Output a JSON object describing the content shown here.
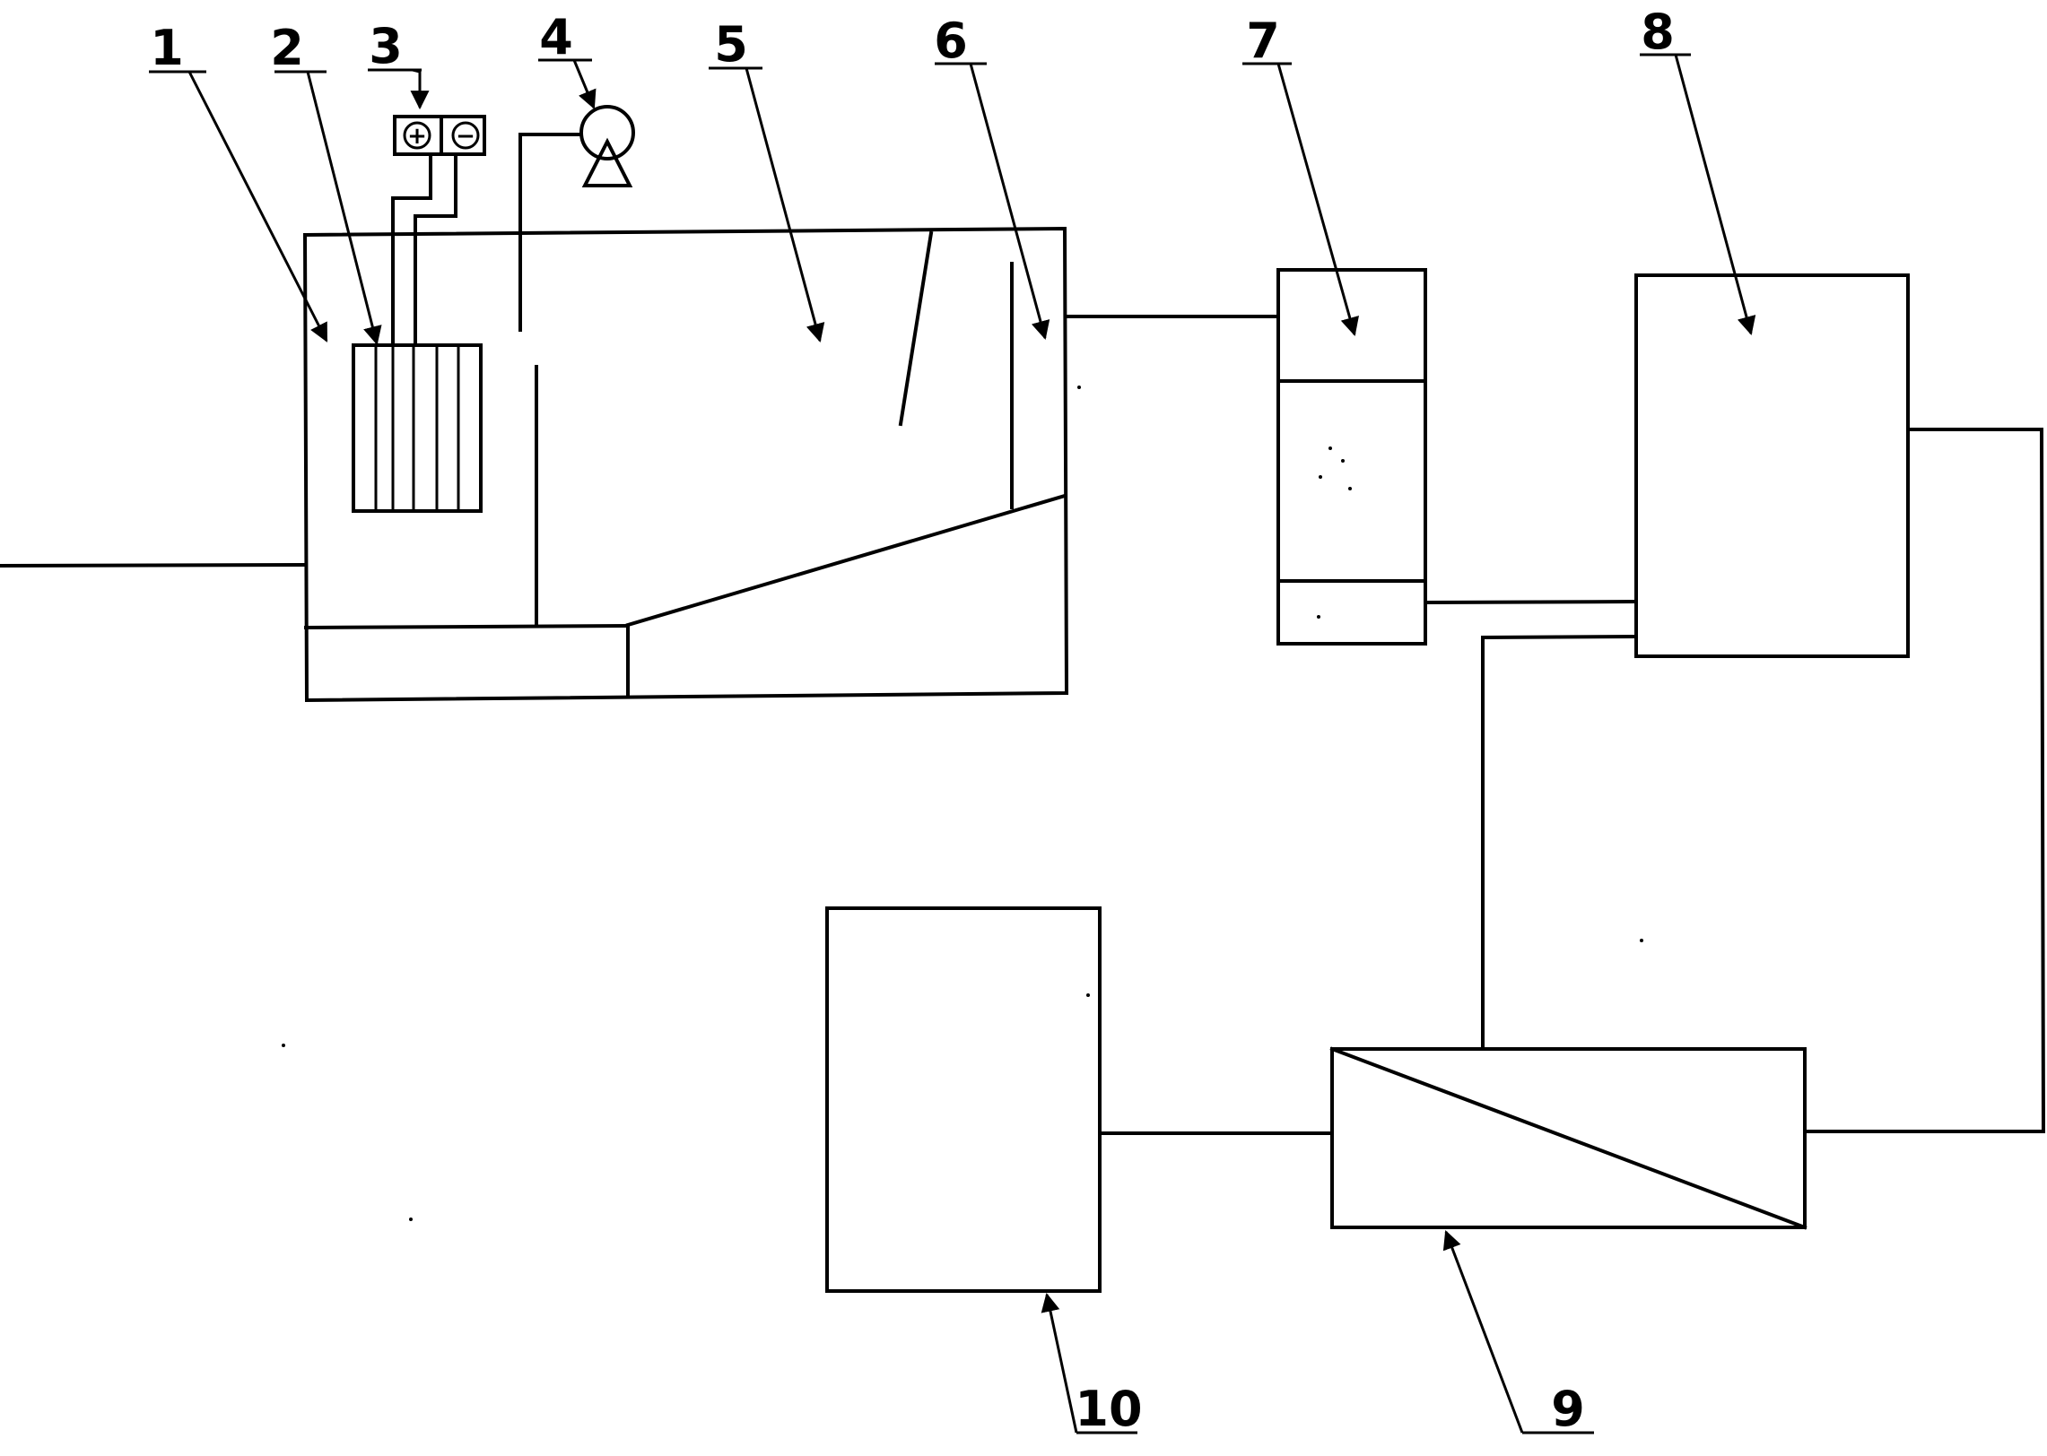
{
  "labels": [
    "1",
    "2",
    "3",
    "4",
    "5",
    "6",
    "7",
    "8",
    "9",
    "10"
  ],
  "power_supply": {
    "positive": "+",
    "negative": "−"
  }
}
